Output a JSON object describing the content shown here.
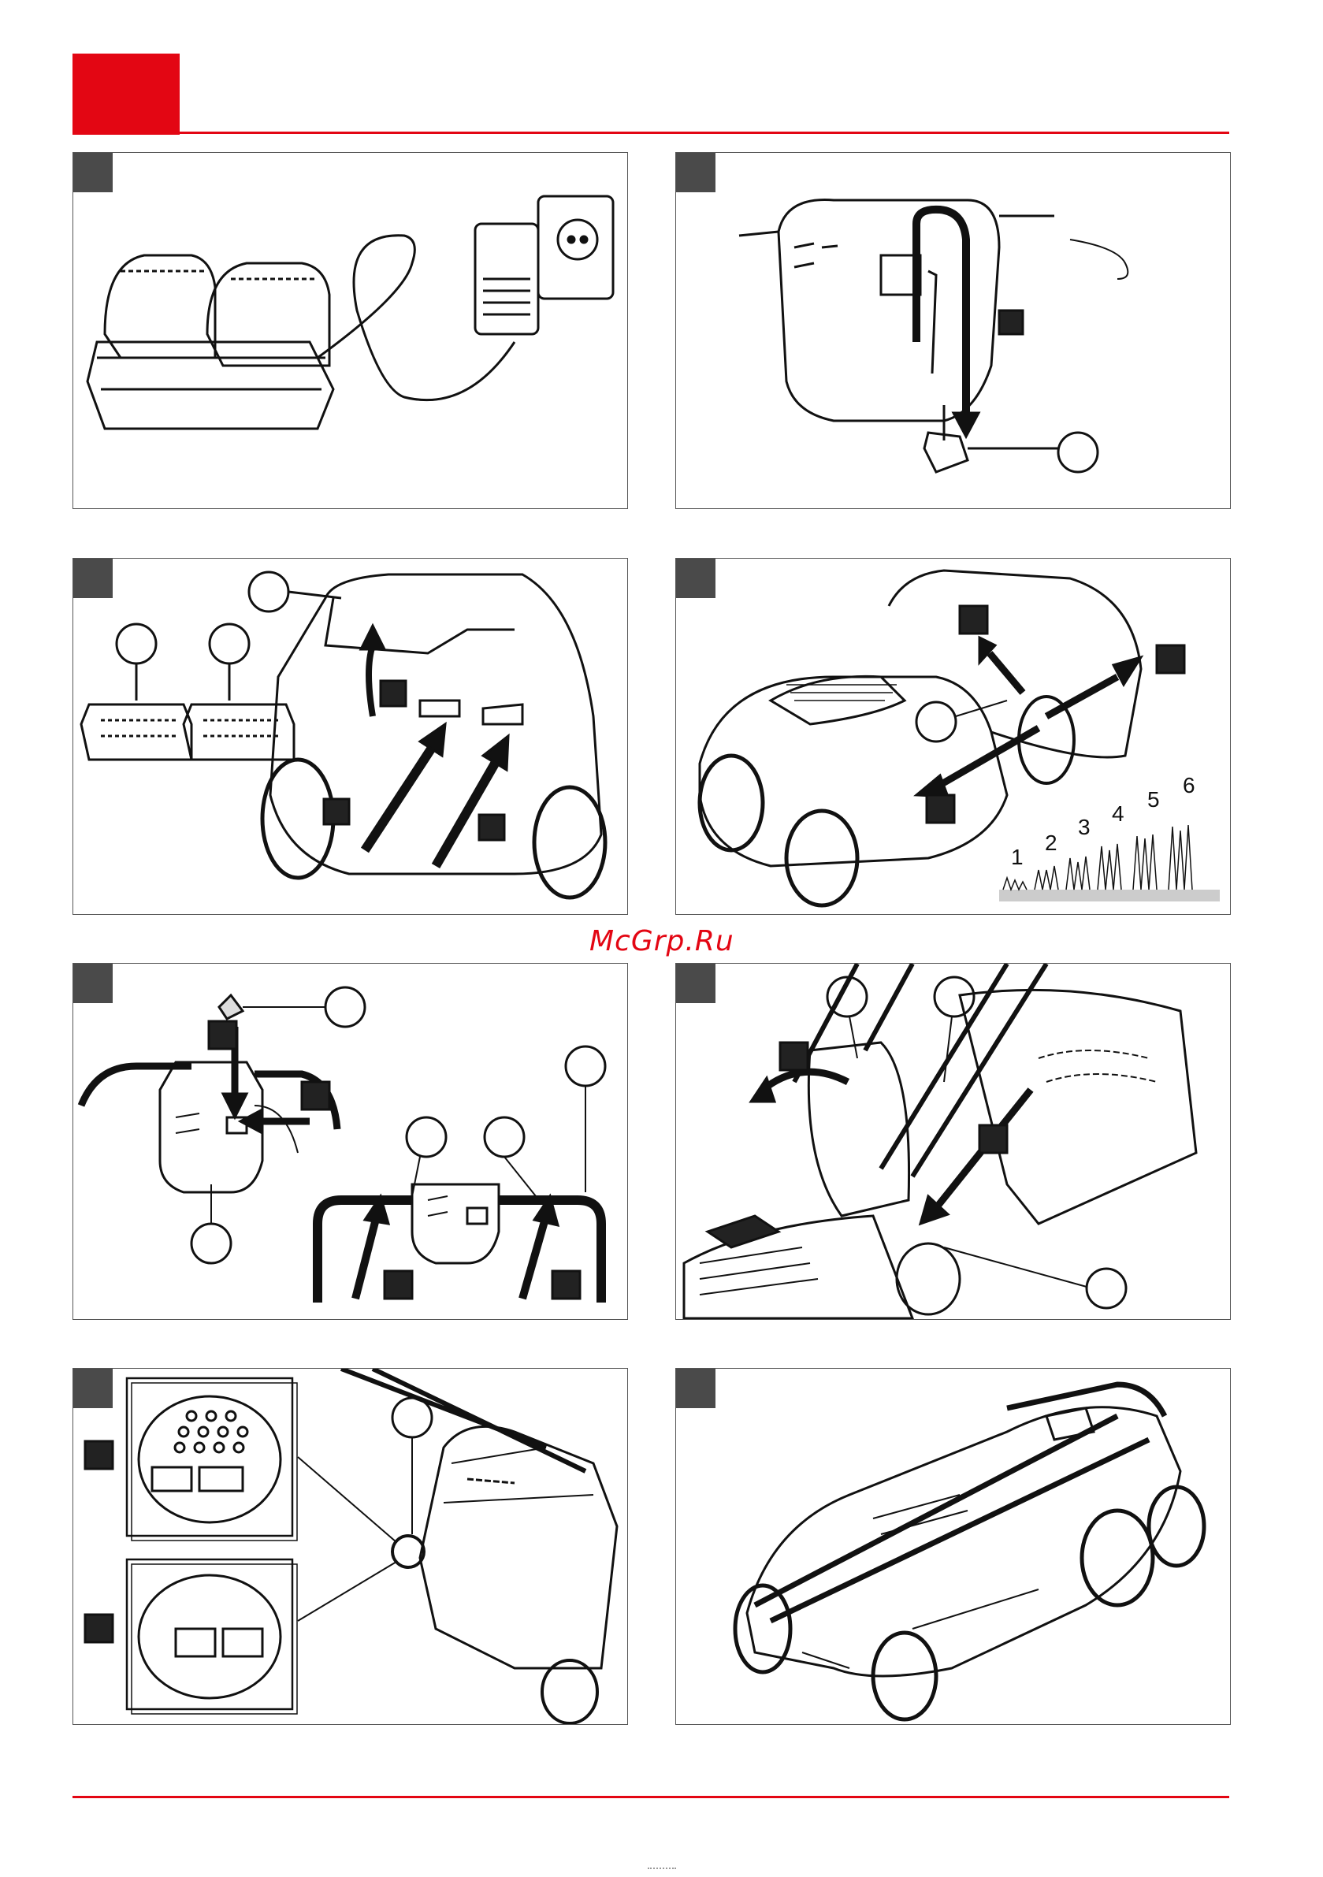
{
  "watermark": "McGrp.Ru",
  "cutting_height_steps": [
    "1",
    "2",
    "3",
    "4",
    "5",
    "6"
  ],
  "colors": {
    "accent": "#e30613",
    "tab": "#4a4a4a"
  },
  "panels": [
    {
      "name": "charger-panel"
    },
    {
      "name": "safety-key-panel"
    },
    {
      "name": "battery-insert-panel"
    },
    {
      "name": "height-adjust-panel"
    },
    {
      "name": "handle-assembly-panel"
    },
    {
      "name": "grass-box-panel"
    },
    {
      "name": "grass-box-indicator-panel"
    },
    {
      "name": "folded-mower-panel"
    }
  ]
}
